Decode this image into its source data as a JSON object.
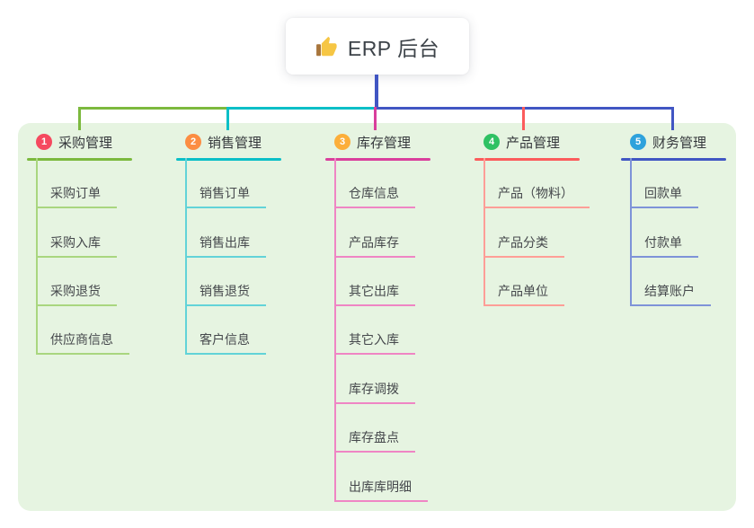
{
  "root": {
    "label": "ERP 后台",
    "icon": "thumbs-up-icon"
  },
  "panel": {
    "bg": "#e6f4e1"
  },
  "branches": [
    {
      "num": "1",
      "label": "采购管理",
      "badge_color": "#f5495f",
      "line_color": "#7cb93e",
      "child_line_color": "#a9d67f",
      "children": [
        "采购订单",
        "采购入库",
        "采购退货",
        "供应商信息"
      ]
    },
    {
      "num": "2",
      "label": "销售管理",
      "badge_color": "#fc8d42",
      "line_color": "#0bbfc7",
      "child_line_color": "#62d3d8",
      "children": [
        "销售订单",
        "销售出库",
        "销售退货",
        "客户信息"
      ]
    },
    {
      "num": "3",
      "label": "库存管理",
      "badge_color": "#fcae3a",
      "line_color": "#d93f9c",
      "child_line_color": "#ef85c4",
      "children": [
        "仓库信息",
        "产品库存",
        "其它出库",
        "其它入库",
        "库存调拨",
        "库存盘点",
        "出库库明细"
      ]
    },
    {
      "num": "4",
      "label": "产品管理",
      "badge_color": "#2fc163",
      "line_color": "#fb5c5c",
      "child_line_color": "#ff9e97",
      "children": [
        "产品（物料）",
        "产品分类",
        "产品单位"
      ]
    },
    {
      "num": "5",
      "label": "财务管理",
      "badge_color": "#2ea2dc",
      "line_color": "#4156c3",
      "child_line_color": "#7e93d8",
      "children": [
        "回款单",
        "付款单",
        "结算账户"
      ]
    }
  ]
}
